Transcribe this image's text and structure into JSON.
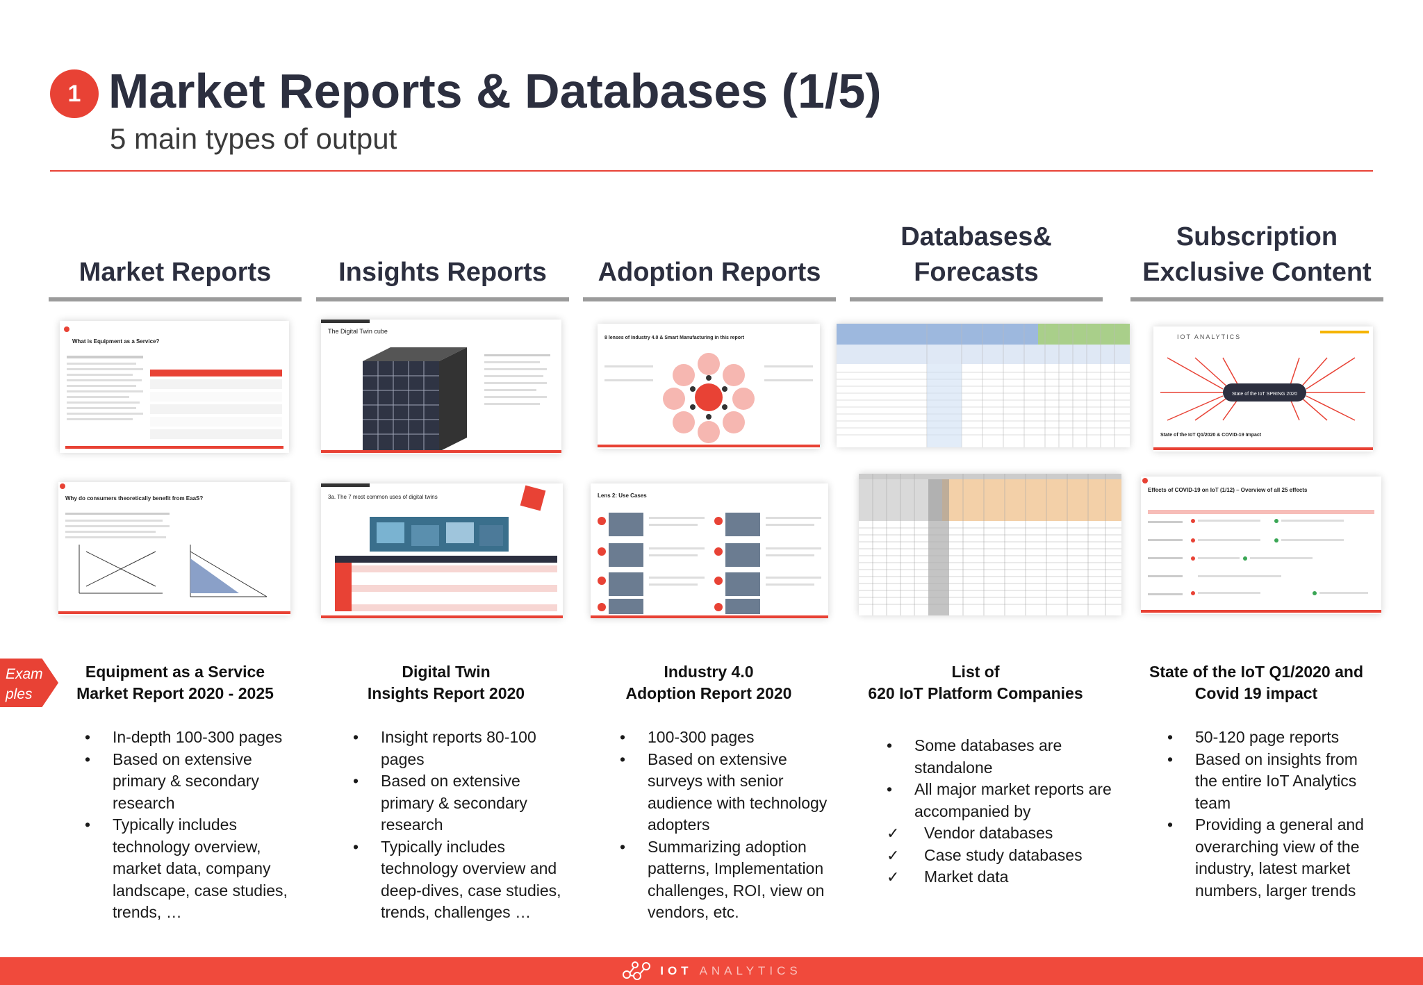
{
  "badge": "1",
  "title": "Market Reports & Databases (1/5)",
  "subtitle": "5 main types of output",
  "examples_tag": "Exam ples",
  "columns": [
    {
      "header": "Market Reports",
      "caption": "Equipment as a Service\nMarket Report 2020 - 2025",
      "bullets": [
        "In-depth 100-300 pages",
        "Based on extensive primary & secondary research",
        "Typically includes technology overview, market data, company landscape, case studies, trends, …"
      ]
    },
    {
      "header": "Insights Reports",
      "caption": "Digital Twin\nInsights Report 2020",
      "bullets": [
        "Insight reports 80-100 pages",
        "Based on extensive primary & secondary research",
        "Typically includes technology overview and deep-dives, case studies, trends, challenges …"
      ]
    },
    {
      "header": "Adoption Reports",
      "caption": "Industry 4.0\nAdoption Report 2020",
      "bullets": [
        "100-300 pages",
        "Based on extensive surveys with senior audience with technology adopters",
        "Summarizing adoption patterns, Implementation challenges, ROI, view on vendors, etc."
      ]
    },
    {
      "header": "Databases&\nForecasts",
      "caption": "List of\n620 IoT Platform Companies",
      "bullets": [
        "Some databases are standalone",
        "All major market reports are accompanied by"
      ],
      "checks": [
        "Vendor databases",
        "Case study databases",
        "Market data"
      ]
    },
    {
      "header": "Subscription\nExclusive Content",
      "caption": "State of the IoT Q1/2020 and\nCovid 19 impact",
      "bullets": [
        "50-120 page reports",
        "Based on insights from the entire IoT Analytics team",
        "Providing a general and overarching view of the industry, latest market numbers, larger trends"
      ]
    }
  ],
  "thumbnails": {
    "eaas_1_title": "What is Equipment as a Service?",
    "eaas_2_title": "Why do consumers theoretically benefit from EaaS?",
    "dt_1_title": "The Digital Twin cube",
    "dt_2_title": "3a. The 7 most common uses of digital twins",
    "i40_1_title": "8 lenses of Industry 4.0 & Smart Manufacturing in this report",
    "i40_2_title": "Lens 2: Use Cases",
    "soi_1_brand": "IOT ANALYTICS",
    "soi_1_center": "State of the IoT SPRING 2020",
    "soi_1_caption": "State of the IoT Q1/2020 & COVID-19 Impact",
    "soi_2_title": "Effects of COVID-19 on IoT (1/12) – Overview of all 25 effects"
  },
  "footer": {
    "brand_strong": "IOT",
    "brand_light": "ANALYTICS"
  },
  "colors": {
    "accent": "#e84235",
    "title": "#2c2f3f",
    "rule": "#9b9b9b"
  }
}
